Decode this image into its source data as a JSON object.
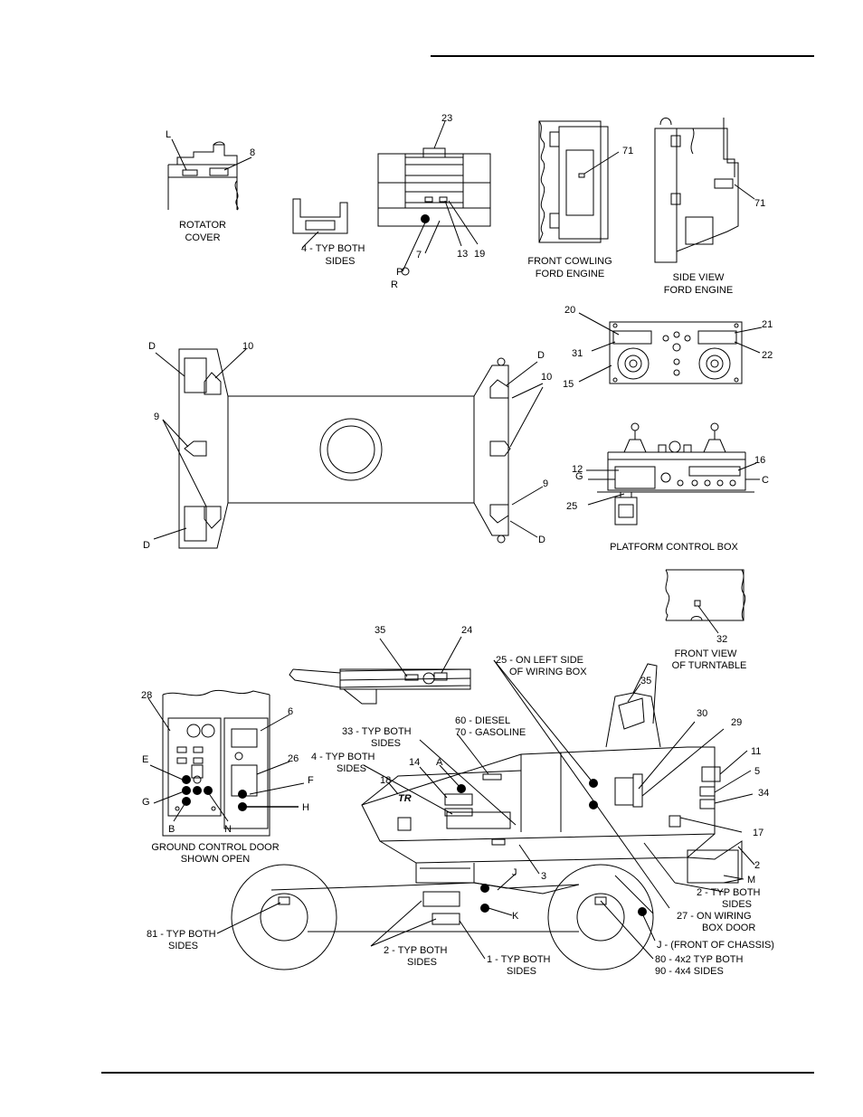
{
  "rotator": {
    "callouts": [
      "L",
      "8"
    ],
    "caption": [
      "ROTATOR",
      "COVER"
    ]
  },
  "decal4": {
    "caption": [
      "4 - TYP BOTH",
      "SIDES"
    ]
  },
  "platform_top": {
    "callouts": [
      "23",
      "7",
      "13",
      "19",
      "P",
      "R"
    ]
  },
  "front_cowling": {
    "callout": "71",
    "caption": [
      "FRONT COWLING",
      "FORD ENGINE"
    ]
  },
  "side_view": {
    "callout": "71",
    "caption": [
      "SIDE VIEW",
      "FORD ENGINE"
    ]
  },
  "chassis_top": {
    "callouts": [
      "D",
      "10",
      "D",
      "10",
      "9",
      "9",
      "D",
      "D"
    ]
  },
  "control_top": {
    "callouts": [
      "20",
      "21",
      "31",
      "22",
      "15"
    ]
  },
  "control_box": {
    "callouts": [
      "12",
      "16",
      "G",
      "C",
      "25"
    ],
    "caption": "PLATFORM CONTROL BOX"
  },
  "turntable": {
    "callout": "32",
    "caption": [
      "FRONT VIEW",
      "OF TURNTABLE"
    ]
  },
  "ground_door": {
    "callouts": [
      "28",
      "6",
      "26",
      "E",
      "F",
      "G",
      "H",
      "B",
      "N"
    ],
    "caption": [
      "GROUND CONTROL DOOR",
      "SHOWN OPEN"
    ]
  },
  "machine": {
    "callouts": {
      "c35a": "35",
      "c24": "24",
      "c25": [
        "25 - ON LEFT SIDE",
        "OF WIRING BOX"
      ],
      "c35b": "35",
      "c30": "30",
      "c29": "29",
      "c60": [
        "60 - DIESEL",
        "70 - GASOLINE"
      ],
      "c33": [
        "33 - TYP BOTH",
        "SIDES"
      ],
      "c4": [
        "4 - TYP BOTH",
        "SIDES"
      ],
      "cA": "A",
      "c14": "14",
      "c18": "18",
      "c11": "11",
      "c5": "5",
      "c34": "34",
      "c17": "17",
      "c2": "2",
      "cM": "M",
      "c2b": [
        "2 - TYP BOTH",
        "SIDES"
      ],
      "c3": "3",
      "cJ": "J",
      "cK": "K",
      "c81": [
        "81 - TYP BOTH",
        "SIDES"
      ],
      "c2c": [
        "2 - TYP BOTH",
        "SIDES"
      ],
      "c1": [
        "1 - TYP BOTH",
        "SIDES"
      ],
      "c27": [
        "27 - ON WIRING",
        "BOX DOOR"
      ],
      "cJ2": "J - (FRONT OF CHASSIS)",
      "c80": [
        "80 - 4x2  TYP BOTH",
        "90 - 4x4        SIDES"
      ]
    },
    "logo_text": "TR"
  }
}
